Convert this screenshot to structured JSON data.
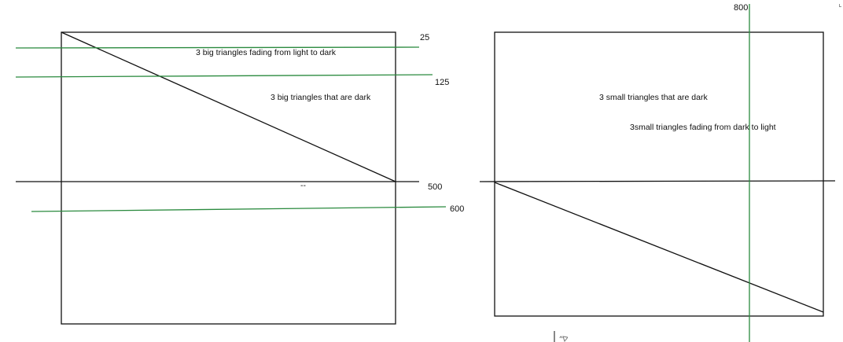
{
  "colors": {
    "black_line": "#111111",
    "green_line": "#2a8a3e",
    "background": "#ffffff"
  },
  "left_figure": {
    "note_top": "3 big triangles fading from light to dark",
    "note_middle": "3 big triangles that are dark",
    "marker_25": "25",
    "marker_125": "125",
    "marker_500": "500",
    "marker_600": "600",
    "dash": "--"
  },
  "right_figure": {
    "marker_800": "800",
    "note_top": "3 small triangles that are dark",
    "note_middle": "3small triangles fading from dark to light"
  }
}
